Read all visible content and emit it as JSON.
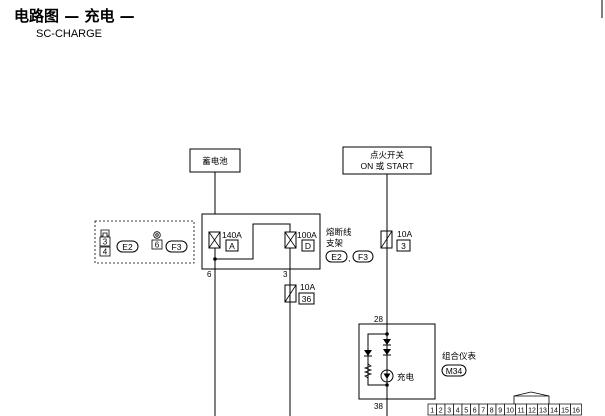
{
  "header": {
    "title": "电路图 — 充电 —",
    "code": "SC-CHARGE"
  },
  "components": {
    "battery": "蓄电池",
    "ignition_line1": "点火开关",
    "ignition_line2": "ON 或 START",
    "fusible_link_line1": "熔断线",
    "fusible_link_line2": "支架",
    "combination_meter": "组合仪表",
    "charge_indicator": "充电"
  },
  "fuses": {
    "link_140a": {
      "rating": "140A",
      "id": "A"
    },
    "link_100a": {
      "rating": "100A",
      "id": "D"
    },
    "fuse_10a_ign": {
      "rating": "10A",
      "id": "3"
    },
    "fuse_10a_36": {
      "rating": "10A",
      "id": "36"
    }
  },
  "connectors": {
    "e2": "E2",
    "f3": "F3",
    "m34": "M34",
    "separator": ",",
    "legend_pin_top": "3",
    "legend_pin_bottom": "4",
    "legend_pin_round": "6"
  },
  "terminals": {
    "t6": "6",
    "t3": "3",
    "t28": "28",
    "t38": "38"
  },
  "connector_pins": [
    "1",
    "2",
    "3",
    "4",
    "5",
    "6",
    "7",
    "8",
    "9",
    "10",
    "11",
    "12",
    "13",
    "14",
    "15",
    "16"
  ]
}
